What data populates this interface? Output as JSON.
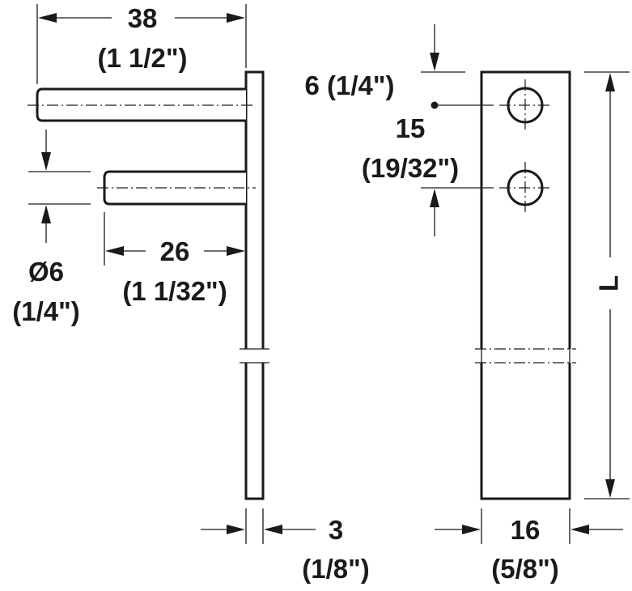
{
  "diagram": {
    "labels": {
      "pin_length_mm": "38",
      "pin_length_in": "(1 1/2\")",
      "pin_offset_mm": "6 (1/4\")",
      "hole_pitch_mm": "15",
      "hole_pitch_in": "(19/32\")",
      "short_pin_mm": "26",
      "short_pin_in": "(1 1/32\")",
      "pin_diameter_mm": "Ø6",
      "pin_diameter_in": "(1/4\")",
      "plate_thickness_mm": "3",
      "plate_thickness_in": "(1/8\")",
      "plate_width_mm": "16",
      "plate_width_in": "(5/8\")",
      "plate_length": "L"
    }
  }
}
